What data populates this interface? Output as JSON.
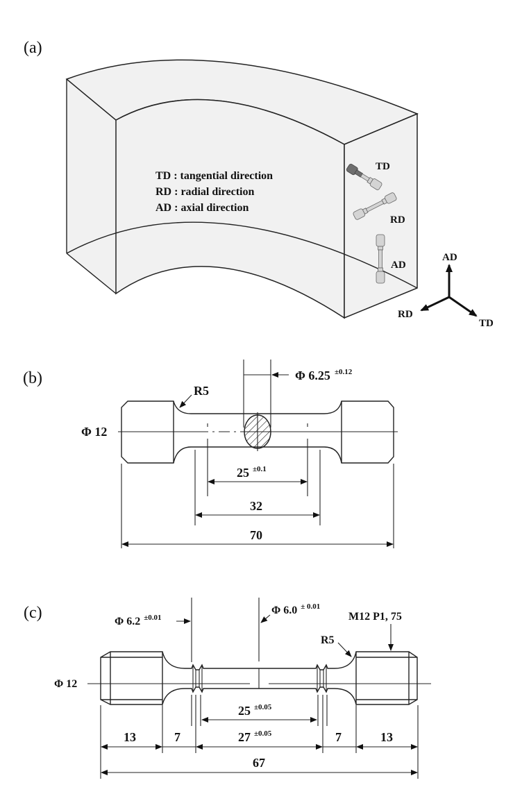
{
  "figure": {
    "panels": {
      "a": {
        "label": "(a)",
        "legend": [
          "TD : tangential direction",
          "RD : radial direction",
          "AD : axial direction"
        ],
        "specimen_labels": {
          "td": "TD",
          "rd": "RD",
          "ad": "AD"
        },
        "axes": {
          "ad": "AD",
          "rd": "RD",
          "td": "TD"
        }
      },
      "b": {
        "label": "(b)",
        "diameter_grip": "Φ 12",
        "radius": "R5",
        "diameter_gauge": "Φ 6.25",
        "diameter_gauge_tol": "±0.12",
        "gauge_length": "25",
        "gauge_length_tol": "±0.1",
        "reduced_length": "32",
        "total_length": "70"
      },
      "c": {
        "label": "(c)",
        "diameter_grip": "Φ 12",
        "diameter_collar": "Φ 6.2",
        "diameter_collar_tol": "±0.01",
        "diameter_gauge": "Φ 6.0",
        "diameter_gauge_tol": "± 0.01",
        "thread": "M12 P1, 75",
        "radius": "R5",
        "gauge_length": "25",
        "gauge_length_tol": "±0.05",
        "parallel_length": "27",
        "parallel_length_tol": "±0.05",
        "grip_left": "13",
        "fillet_left": "7",
        "fillet_right": "7",
        "grip_right": "13",
        "total_length": "67"
      }
    }
  }
}
